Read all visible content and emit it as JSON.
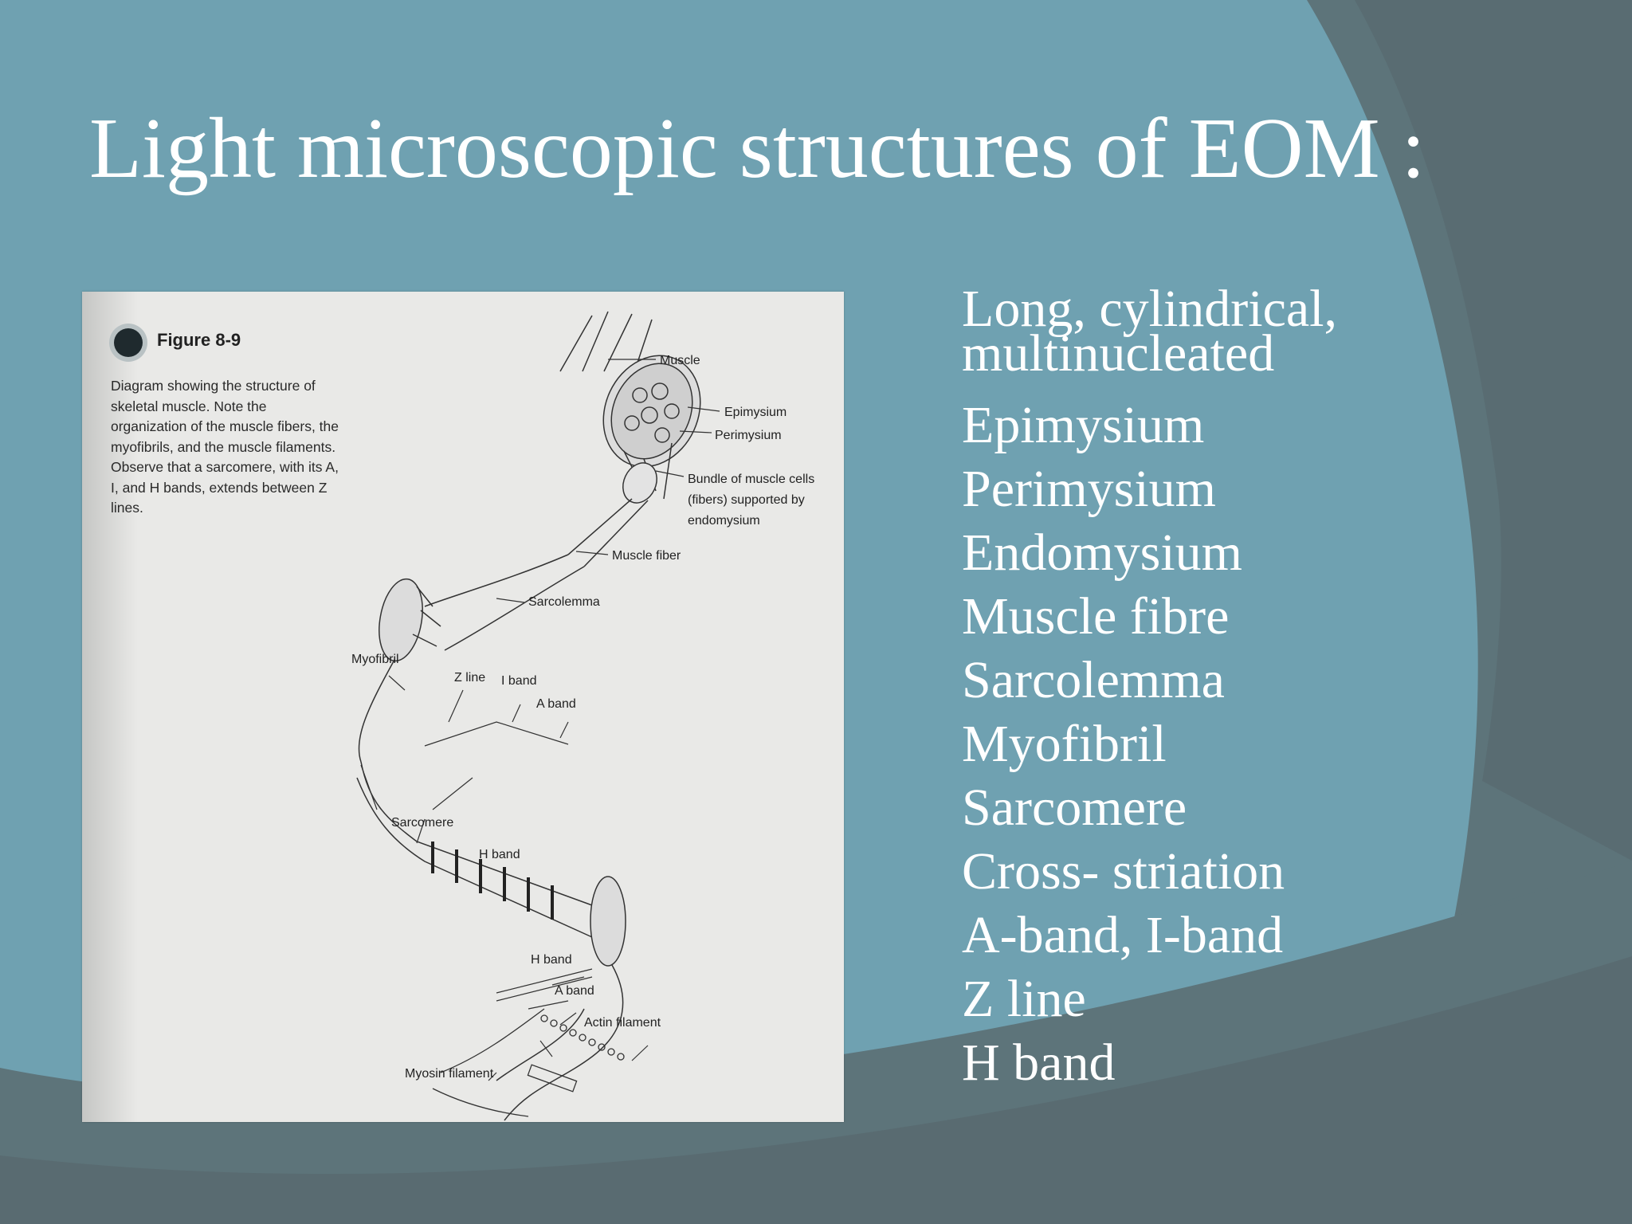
{
  "slide": {
    "title": "Light microscopic structures of EOM :",
    "bullets": [
      "Long, cylindrical, multinucleated",
      "Epimysium",
      "Perimysium",
      "Endomysium",
      "Muscle fibre",
      "Sarcolemma",
      "Myofibril",
      "Sarcomere",
      "Cross- striation",
      "A-band, I-band",
      "Z line",
      "H band"
    ]
  },
  "figure": {
    "title": "Figure 8-9",
    "caption": "Diagram showing the structure of skeletal muscle. Note the organization of the muscle fibers, the myofibrils, and the muscle filaments. Observe that a sarcomere, with its A, I, and H bands, extends between Z lines.",
    "labels": {
      "muscle": "Muscle",
      "epimysium": "Epimysium",
      "perimysium": "Perimysium",
      "bundle_line1": "Bundle of muscle cells",
      "bundle_line2": "(fibers) supported by",
      "bundle_line3": "endomysium",
      "muscle_fiber": "Muscle fiber",
      "sarcolemma": "Sarcolemma",
      "myofibril": "Myofibril",
      "z_line": "Z line",
      "i_band": "I band",
      "a_band": "A band",
      "sarcomere": "Sarcomere",
      "h_band": "H band",
      "h_band_2": "H band",
      "a_band_2": "A band",
      "actin_filament": "Actin filament",
      "myosin_filament": "Myosin filament"
    }
  },
  "colors": {
    "background": "#6fa1b1",
    "dark_swoosh": "#5b7278",
    "text": "#ffffff"
  }
}
